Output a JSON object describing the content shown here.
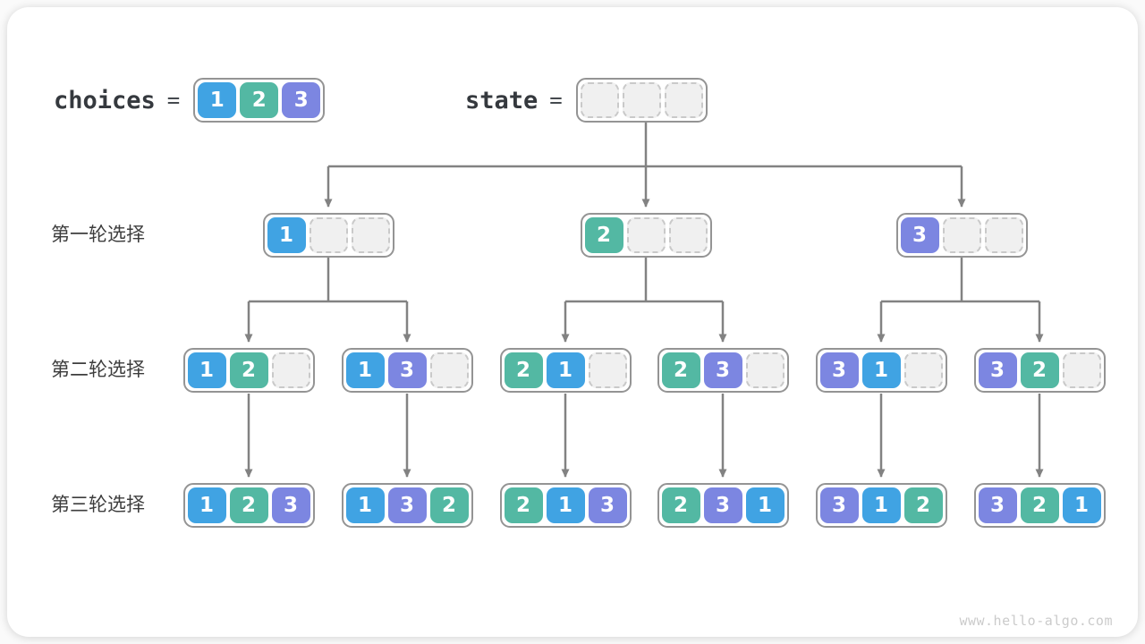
{
  "header": {
    "choices_label": "choices",
    "state_label": "state",
    "equals": "=",
    "choices_values": [
      1,
      2,
      3
    ],
    "state_slots": 3
  },
  "rounds": [
    {
      "label": "第一轮选择"
    },
    {
      "label": "第二轮选择"
    },
    {
      "label": "第三轮选择"
    }
  ],
  "tree": {
    "level1": [
      [
        1,
        null,
        null
      ],
      [
        2,
        null,
        null
      ],
      [
        3,
        null,
        null
      ]
    ],
    "level2": [
      [
        1,
        2,
        null
      ],
      [
        1,
        3,
        null
      ],
      [
        2,
        1,
        null
      ],
      [
        2,
        3,
        null
      ],
      [
        3,
        1,
        null
      ],
      [
        3,
        2,
        null
      ]
    ],
    "level3": [
      [
        1,
        2,
        3
      ],
      [
        1,
        3,
        2
      ],
      [
        2,
        1,
        3
      ],
      [
        2,
        3,
        1
      ],
      [
        3,
        1,
        2
      ],
      [
        3,
        2,
        1
      ]
    ]
  },
  "colors": {
    "value_1": "#40a3e3",
    "value_2": "#53b8a3",
    "value_3": "#7c86e1",
    "empty_fill": "#f0f0f0",
    "empty_border": "#c9c9c9",
    "node_border": "#949494",
    "arrow": "#828282"
  },
  "watermark": "www.hello-algo.com"
}
